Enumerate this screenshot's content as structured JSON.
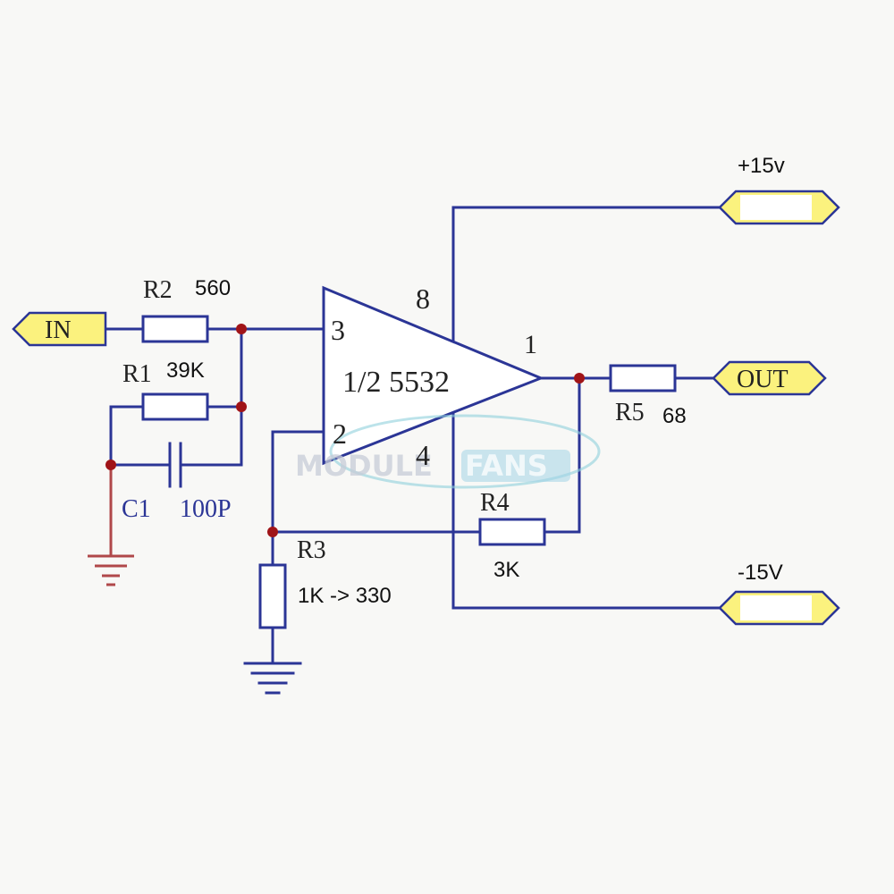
{
  "ports": {
    "input": "IN",
    "output": "OUT",
    "supply_positive": "+15v",
    "supply_negative": "-15V"
  },
  "opamp": {
    "name": "1/2 5532",
    "pin_noninverting": "3",
    "pin_inverting": "2",
    "pin_output": "1",
    "pin_vplus": "8",
    "pin_vminus": "4"
  },
  "components": {
    "r1": {
      "ref": "R1",
      "value": "39K"
    },
    "r2": {
      "ref": "R2",
      "value": "560"
    },
    "r3": {
      "ref": "R3",
      "value": "1K -> 330"
    },
    "r4": {
      "ref": "R4",
      "value": "3K"
    },
    "r5": {
      "ref": "R5",
      "value": "68"
    },
    "c1": {
      "ref": "C1",
      "value": "100P"
    }
  },
  "watermark": {
    "left": "MODULE",
    "right": "FANS"
  },
  "colors": {
    "wire": "#2b3596",
    "node": "#a01418",
    "ground": "#b0484a",
    "port_fill": "#fbf27e",
    "background": "#f8f8f6"
  }
}
